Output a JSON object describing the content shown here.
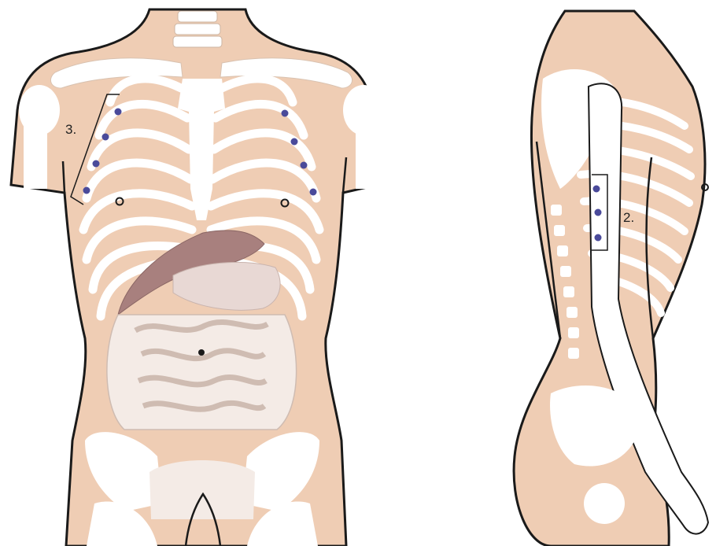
{
  "labels": {
    "front_group": "3.",
    "side_group": "2."
  },
  "colors": {
    "skin": "#efcdb4",
    "bone": "#ffffff",
    "liver": "#a8807e",
    "stomach": "#e8d8d4",
    "intestine": "#f4ebe6",
    "outline": "#1a1a1a",
    "point": "#4a4a9a"
  },
  "views": [
    "front-view",
    "side-view"
  ]
}
